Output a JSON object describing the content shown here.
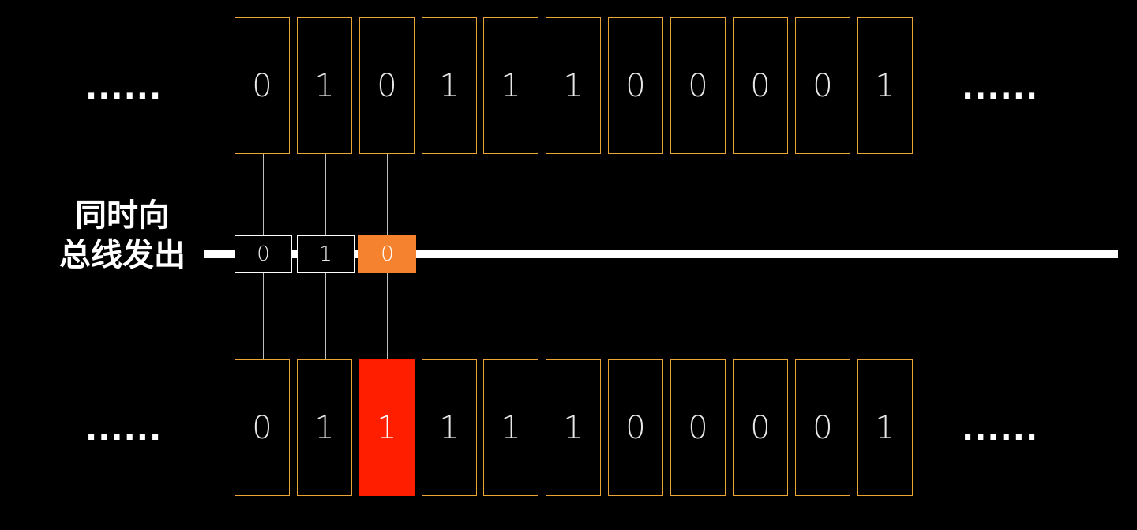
{
  "top_row": {
    "bits": [
      "0",
      "1",
      "0",
      "1",
      "1",
      "1",
      "0",
      "0",
      "0",
      "0",
      "1"
    ],
    "ellipsis_left": "......",
    "ellipsis_right": "......"
  },
  "bottom_row": {
    "bits": [
      "0",
      "1",
      "1",
      "1",
      "1",
      "1",
      "0",
      "0",
      "0",
      "0",
      "1"
    ],
    "highlight_index": 2,
    "highlight_color": "#ff1f00",
    "ellipsis_left": "......",
    "ellipsis_right": "......"
  },
  "bus": {
    "label_line1": "同时向",
    "label_line2": "总线发出",
    "sent_bits": [
      "0",
      "1",
      "0"
    ],
    "active_index": 2,
    "active_color": "#f5822e"
  },
  "colors": {
    "cell_border": "#e9a637",
    "background": "#000000",
    "bus_line": "#ffffff"
  }
}
